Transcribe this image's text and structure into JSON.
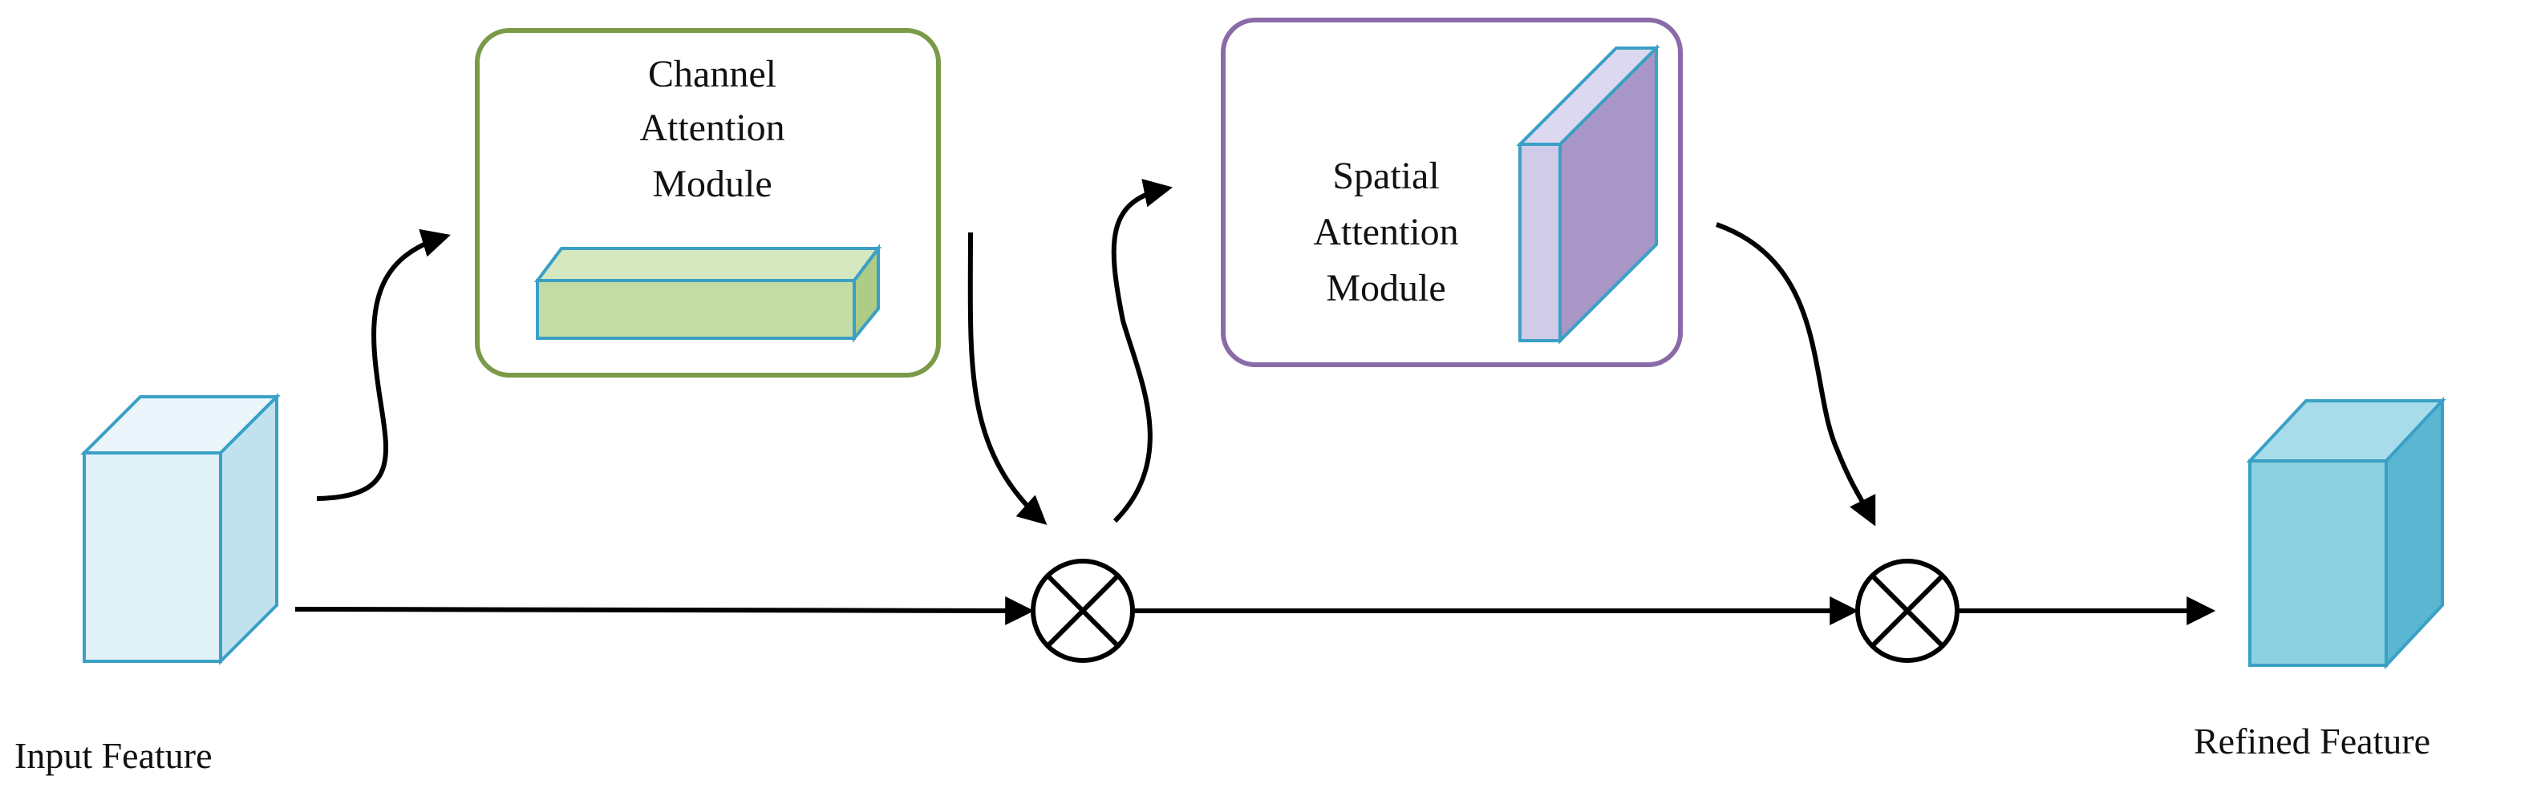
{
  "input_feature": {
    "label": "Input Feature"
  },
  "refined_feature": {
    "label": "Refined Feature"
  },
  "channel_attention": {
    "lines": [
      "Channel",
      "Attention",
      "Module"
    ]
  },
  "spatial_attention": {
    "lines": [
      "Spatial",
      "Attention",
      "Module"
    ]
  },
  "colors": {
    "channel_border": "#7a9a48",
    "spatial_border": "#8a6ba8",
    "channel_block": "#c5dba6",
    "spatial_block_front": "#cfcbe8",
    "spatial_block_side": "#a796c6",
    "input_cube_front": "#e0f1f8",
    "input_cube_side": "#bfe2ee",
    "refined_cube_front": "#8cd0e2",
    "refined_cube_side": "#5ab6d1",
    "cube_edge": "#3aa0c6",
    "arrow": "#000000"
  }
}
